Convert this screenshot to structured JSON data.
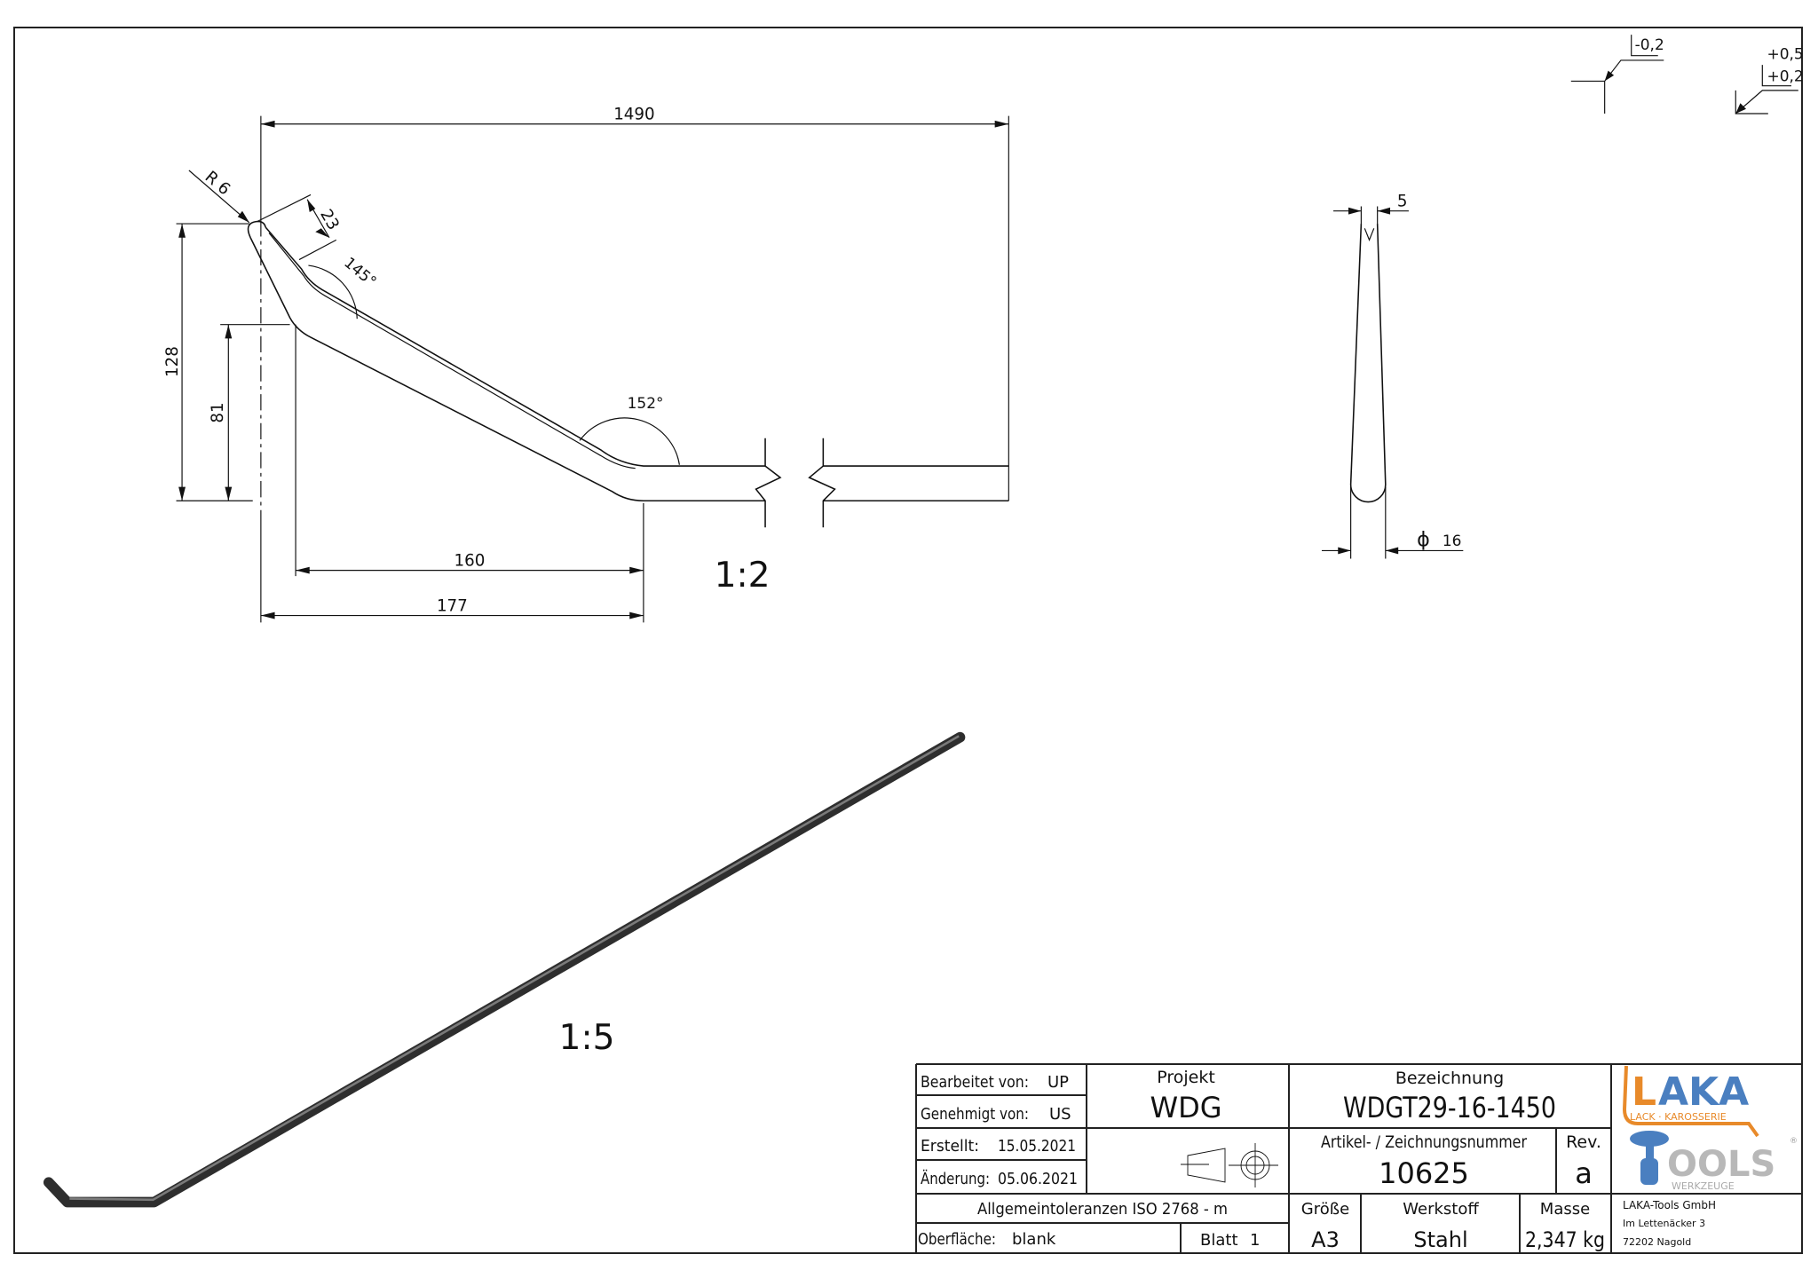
{
  "drawing": {
    "tolerances": {
      "edge_outer": "-0,2",
      "edge_inner_upper": "+0,5",
      "edge_inner_lower": "+0,2"
    },
    "side_view": {
      "dims": {
        "overall_length": "1490",
        "height_total": "128",
        "height_bend": "81",
        "radius": "R 6",
        "tip_length": "23",
        "angle_tip": "145°",
        "angle_bend": "152°",
        "horizontal_inner": "160",
        "horizontal_outer": "177"
      },
      "scale": "1:2"
    },
    "end_view": {
      "tip_width": "5",
      "diameter_symbol": "ϕ",
      "diameter": "16"
    },
    "iso_view": {
      "scale": "1:5"
    }
  },
  "title_block": {
    "bearbeitet_label": "Bearbeitet von:",
    "bearbeitet_value": "UP",
    "genehmigt_label": "Genehmigt von:",
    "genehmigt_value": "US",
    "erstellt_label": "Erstellt:",
    "erstellt_value": "15.05.2021",
    "aenderung_label": "Änderung:",
    "aenderung_value": "05.06.2021",
    "projekt_label": "Projekt",
    "projekt_value": "WDG",
    "bezeichnung_label": "Bezeichnung",
    "bezeichnung_value": "WDGT29-16-1450",
    "nummer_label": "Artikel- / Zeichnungsnummer",
    "nummer_value": "10625",
    "rev_label": "Rev.",
    "rev_value": "a",
    "toleranzen": "Allgemeintoleranzen ISO 2768 - m",
    "oberflaeche_label": "Oberfläche:",
    "oberflaeche_value": "blank",
    "blatt_label": "Blatt",
    "blatt_value": "1",
    "groesse_label": "Größe",
    "groesse_value": "A3",
    "werkstoff_label": "Werkstoff",
    "werkstoff_value": "Stahl",
    "masse_label": "Masse",
    "masse_value": "2,347 kg",
    "company": [
      "LAKA-Tools GmbH",
      "Im Lettenäcker 3",
      "72202 Nagold"
    ]
  },
  "logo": {
    "laka": "LAKA",
    "subtitle": "LACK · KAROSSERIE",
    "tools": "TOOLS",
    "werkzeuge": "WERKZEUGE",
    "registered": "®",
    "colors": {
      "orange": "#e88a2a",
      "blue": "#4a7fc0",
      "gray": "#b8b8b8"
    }
  }
}
